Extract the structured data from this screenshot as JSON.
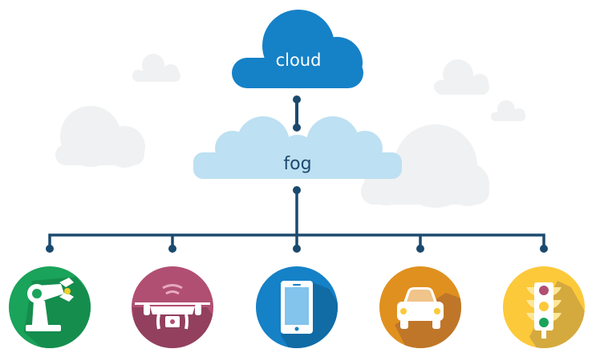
{
  "diagram": {
    "type": "hierarchy",
    "top_node": {
      "label": "cloud",
      "color": "#1581c7",
      "text_color": "#ffffff"
    },
    "middle_node": {
      "label": "fog",
      "color": "#bde0f2",
      "text_color": "#1e4a6e"
    },
    "connector_color": "#1b4a6e",
    "background_cloud_color": "#f0f1f2",
    "devices": [
      {
        "name": "robotic-arm",
        "icon": "robot-arm-icon",
        "color": "#1aa35a",
        "shadow": "#158a4b"
      },
      {
        "name": "drone",
        "icon": "drone-icon",
        "color": "#b14f72",
        "shadow": "#8d3d5a"
      },
      {
        "name": "smartphone",
        "icon": "smartphone-icon",
        "color": "#1581c7",
        "shadow": "#11679f"
      },
      {
        "name": "car",
        "icon": "car-icon",
        "color": "#e0901e",
        "shadow": "#b8722a"
      },
      {
        "name": "traffic-light",
        "icon": "traffic-light-icon",
        "color": "#fcc93a",
        "shadow": "#cda340"
      }
    ]
  }
}
